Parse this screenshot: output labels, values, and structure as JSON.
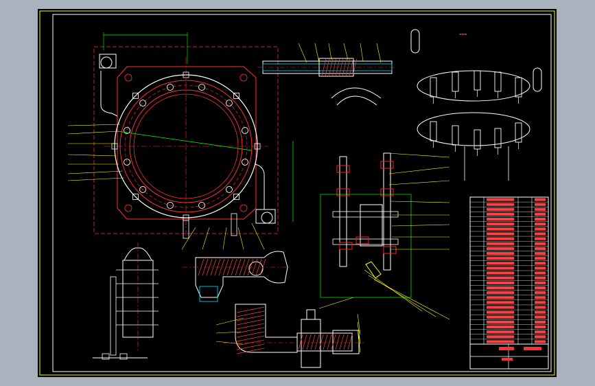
{
  "viewer": {
    "background_color": "#aab3bd"
  },
  "drawing": {
    "sheet_color": "#000000",
    "frame_color": "#ffff00",
    "colors": {
      "outline": "#ffffff",
      "centerline": "#ff3030",
      "dimension": "#00ff00",
      "leader": "#ffff00",
      "hatch": "#ff4040",
      "section": "#ff2020",
      "cyan": "#00e5ff",
      "title_text": "#ff4040"
    },
    "views": [
      "flange-ring-plan-view",
      "pipe-section-view",
      "ring-manifold-isometric",
      "valve-assembly-view",
      "elbow-section-view",
      "nozzle-elbow-section",
      "cylinder-side-view"
    ],
    "title_block": {
      "parts_list_rows": 30
    }
  }
}
